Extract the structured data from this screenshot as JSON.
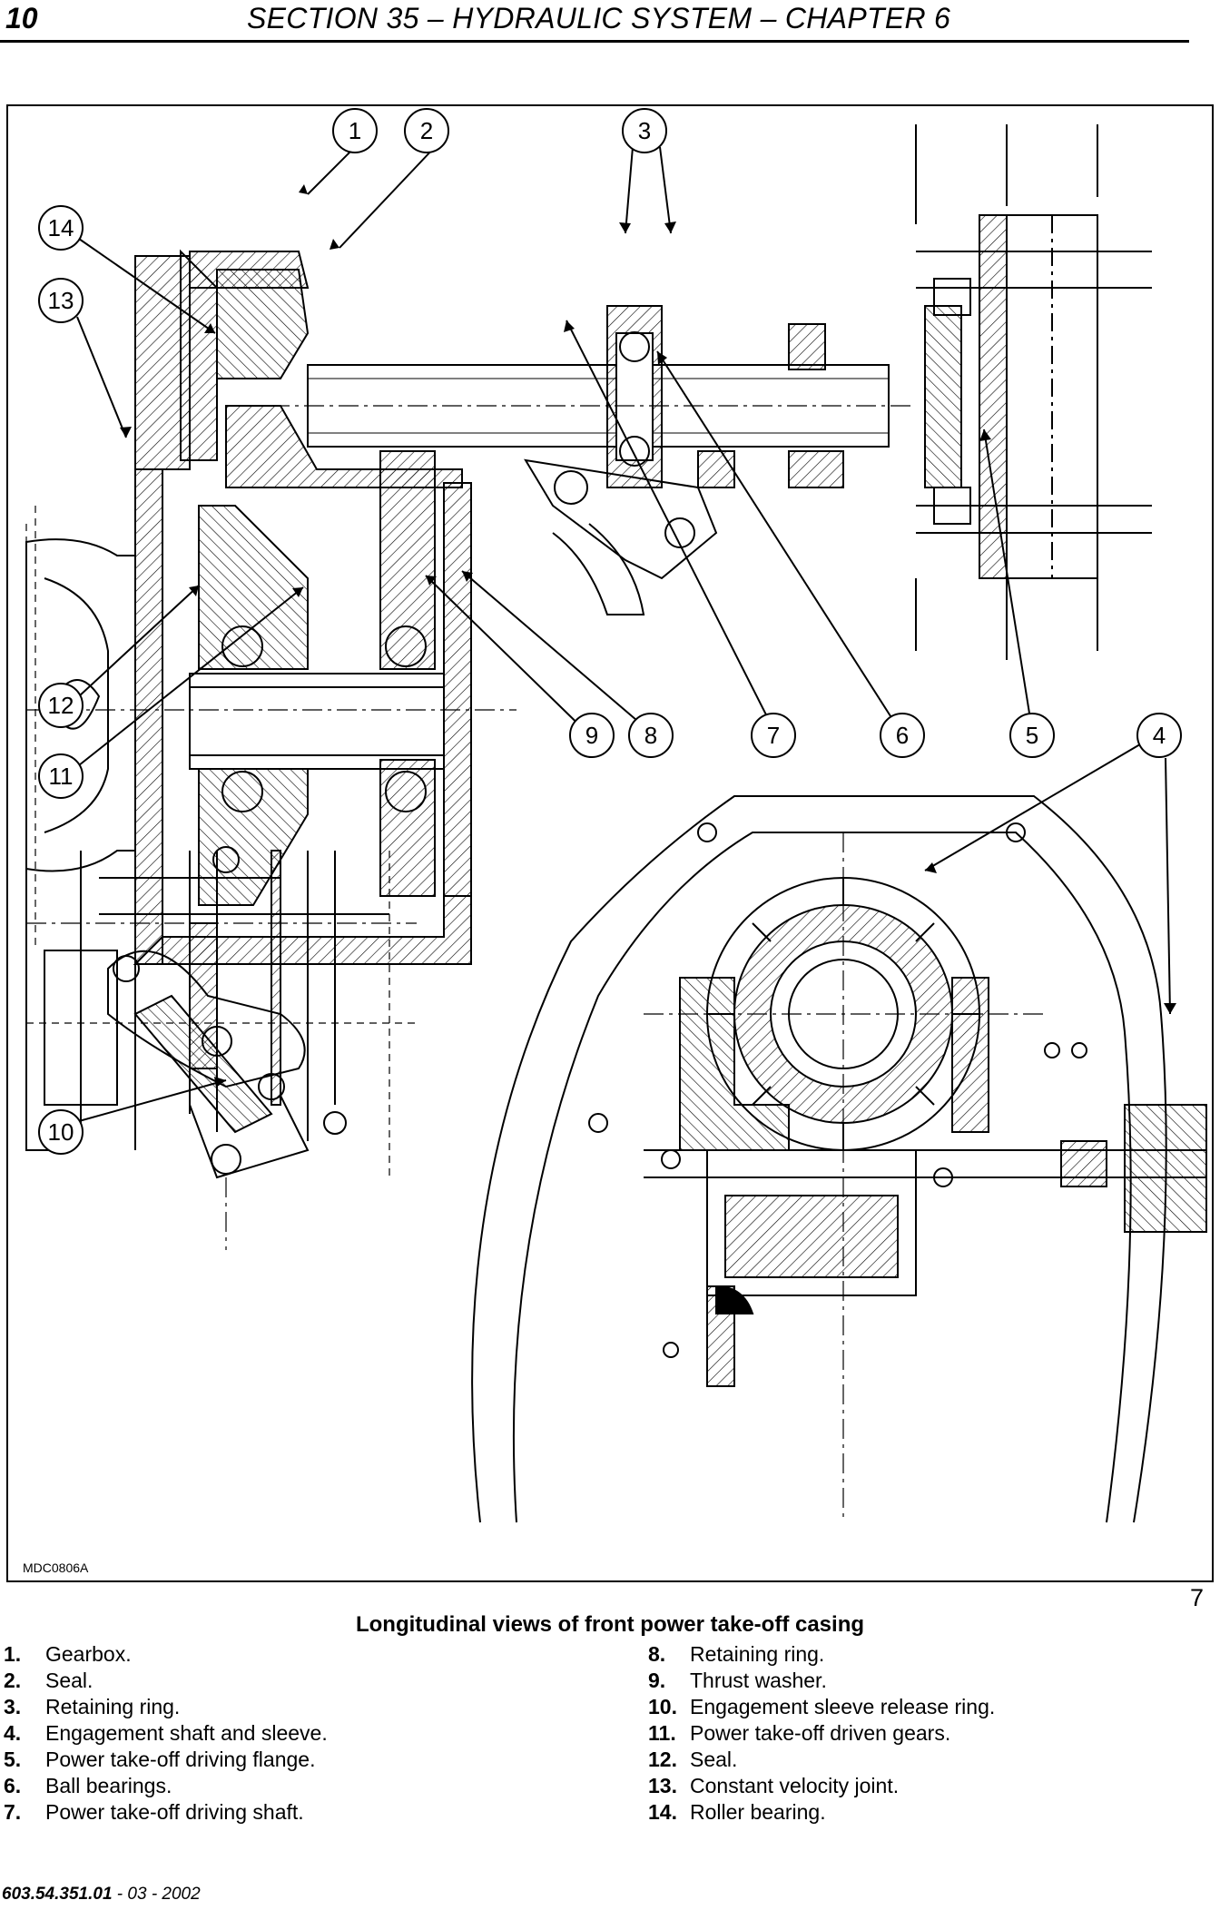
{
  "header": {
    "page_number": "10",
    "section_title": "SECTION 35 – HYDRAULIC SYSTEM – CHAPTER 6"
  },
  "figure": {
    "code": "MDC0806A",
    "number": "7",
    "callouts": [
      "1",
      "2",
      "3",
      "4",
      "5",
      "6",
      "7",
      "8",
      "9",
      "10",
      "11",
      "12",
      "13",
      "14"
    ]
  },
  "caption": "Longitudinal views of front power take-off casing",
  "legend": [
    {
      "num": "1.",
      "text": "Gearbox."
    },
    {
      "num": "2.",
      "text": "Seal."
    },
    {
      "num": "3.",
      "text": "Retaining ring."
    },
    {
      "num": "4.",
      "text": "Engagement shaft and sleeve."
    },
    {
      "num": "5.",
      "text": "Power take-off driving flange."
    },
    {
      "num": "6.",
      "text": "Ball bearings."
    },
    {
      "num": "7.",
      "text": "Power take-off driving shaft."
    },
    {
      "num": "8.",
      "text": "Retaining ring."
    },
    {
      "num": "9.",
      "text": "Thrust washer."
    },
    {
      "num": "10.",
      "text": "Engagement sleeve release ring."
    },
    {
      "num": "11.",
      "text": "Power take-off driven gears."
    },
    {
      "num": "12.",
      "text": "Seal."
    },
    {
      "num": "13.",
      "text": "Constant velocity joint."
    },
    {
      "num": "14.",
      "text": "Roller bearing."
    }
  ],
  "footer": {
    "doc_number": "603.54.351.01",
    "date": "- 03 - 2002"
  }
}
